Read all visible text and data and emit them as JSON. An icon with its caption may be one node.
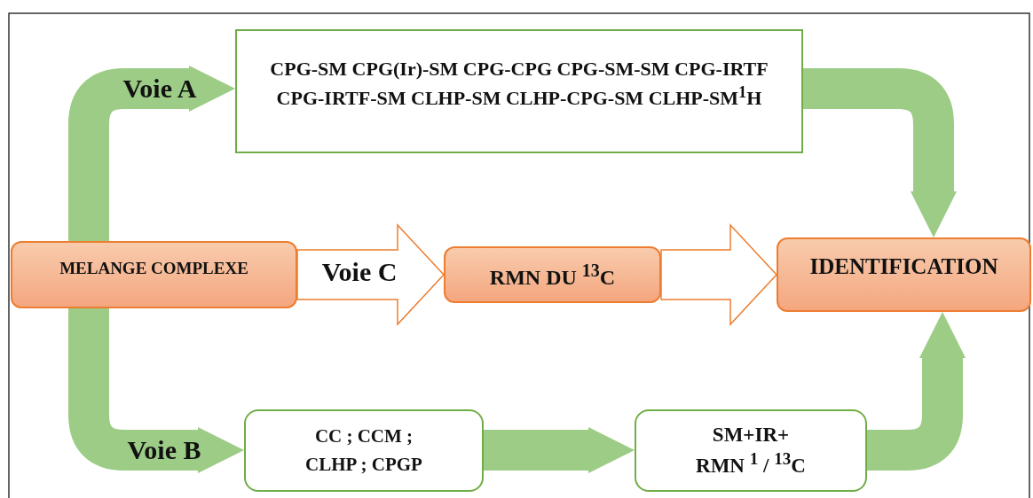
{
  "diagram": {
    "nodes": [
      {
        "text": [
          "MELANGE COMPLEXE"
        ]
      },
      {
        "text": [
          "CPG-SM CPG(Ir)-SM CPG-CPG CPG-SM-SM CPG-IRTF CPG-IRTF-SM CLHP-SM CLHP-CPG-SM CLHP-SM$^{1}$H"
        ]
      },
      {
        "text": [
          "RMN DU $^{13}$C"
        ]
      },
      {
        "text": [
          "IDENTIFICATION"
        ]
      },
      {
        "text": [
          "CC ; CCM ; CLHP ; CPGP"
        ]
      },
      {
        "text": [
          "SM+IR+ RMN $^{1}$ / $^{13}$C"
        ]
      }
    ],
    "edges": [
      {
        "from": 0,
        "to": 1,
        "arrow": "to",
        "label": "Voie A"
      },
      {
        "from": 1,
        "to": 3,
        "arrow": "to"
      },
      {
        "from": 0,
        "to": 2,
        "arrow": "to",
        "label": "Voie C",
        "color": "#ed7d31"
      },
      {
        "from": 2,
        "to": 3,
        "arrow": "to",
        "color": "#ed7d31"
      },
      {
        "from": 0,
        "to": 4,
        "arrow": "to",
        "label": "Voie B"
      },
      {
        "from": 4,
        "to": 5,
        "arrow": "to"
      },
      {
        "from": 5,
        "to": 3,
        "arrow": "to"
      }
    ]
  }
}
